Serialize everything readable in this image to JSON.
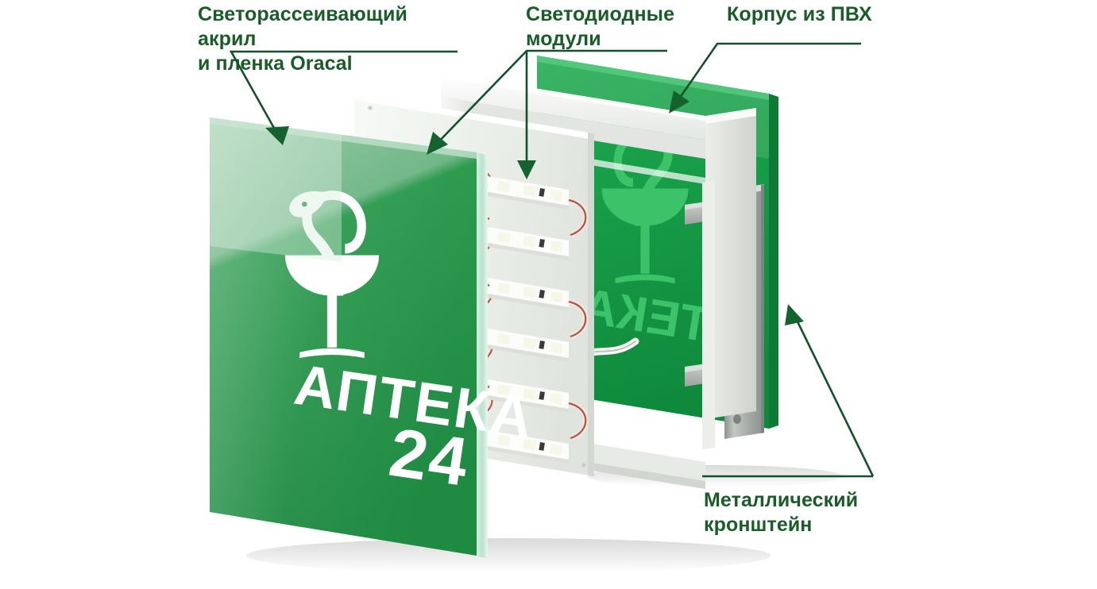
{
  "diagram": {
    "title": "Exploded view of an illuminated pharmacy lightbox sign",
    "background_color": "#ffffff",
    "label_color": "#1a5c28",
    "leader_color": "#14512a"
  },
  "labels": {
    "acryl": "Светорассеивающий акрил\nи пленка Oracal",
    "led": "Светодиодные\nмодули",
    "pvc": "Корпус из ПВХ",
    "bracket": "Металлический\nкронштейн"
  },
  "sign": {
    "front_panel": {
      "brand_text": "АПТЕКА 24",
      "word": "АПТЕКА",
      "number": "24",
      "symbol_name": "bowl-of-hygieia",
      "face_color": "#2a9a4d",
      "highlight_color": "#74b889",
      "edge_color": "#cfeadb",
      "text_color": "#ffffff"
    },
    "rear_panel": {
      "mirrored_text": "ТЕКА",
      "face_color": "#18a04a",
      "symbol_color": "#3cc268",
      "edge_color": "#0d7a36"
    },
    "led_board": {
      "module_count": 6,
      "leds_per_module": 3,
      "board_color": "#eef2ef",
      "module_color": "#ffffff",
      "led_color": "#f5f7e8",
      "resistor_color": "#3a3a3a",
      "wire_colors": [
        "#b1543f",
        "#f0e6e2"
      ]
    },
    "pvc_body": {
      "color": "#f4f5f3",
      "shade_color": "#dfe2de",
      "inner_color": "#b9bdba"
    },
    "bracket": {
      "color": "#a9aeab",
      "edge_color": "#8d9390",
      "arm_color": "#c2c6c3",
      "screw_hole_count": 2,
      "arm_count": 2
    },
    "power_cable": {
      "color": "#f2f2f0",
      "core_color": "#6b6b6b"
    }
  }
}
